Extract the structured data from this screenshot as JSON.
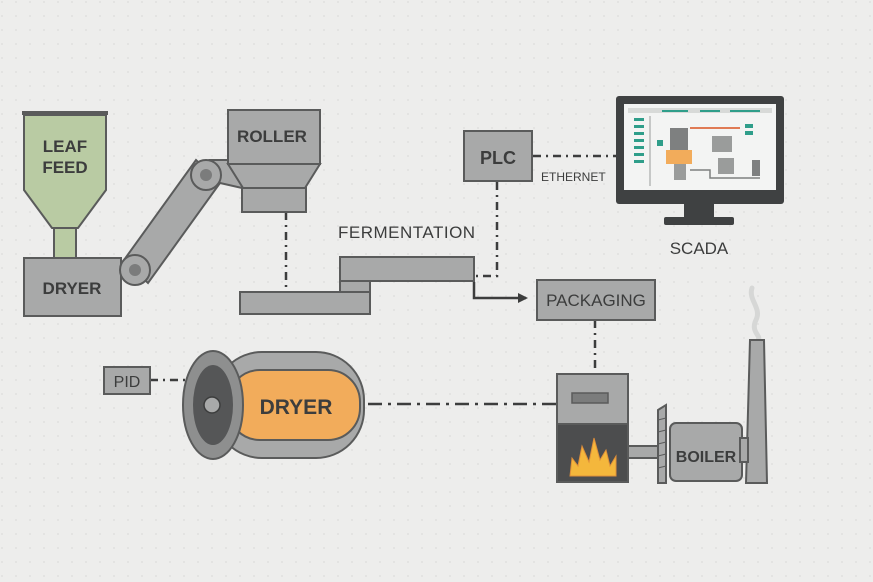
{
  "labels": {
    "leaf_feed_line1": "LEAF",
    "leaf_feed_line2": "FEED",
    "dryer_top": "DRYER",
    "roller": "ROLLER",
    "fermentation": "FERMENTATION",
    "plc": "PLC",
    "ethernet": "ETHERNET",
    "scada": "SCADA",
    "packaging": "PACKAGING",
    "pid": "PID",
    "dryer_drum": "DRYER",
    "boiler": "BOILER"
  },
  "colors": {
    "background": "#ededec",
    "equipment_gray": "#a8a9a9",
    "outline": "#5a5b5b",
    "hopper_green": "#b9cba3",
    "drum_orange": "#f2ac5b",
    "flame": "#f4b73c",
    "text": "#3c3d3d"
  },
  "icons": {
    "flame": "flame-icon",
    "monitor": "monitor-icon"
  }
}
